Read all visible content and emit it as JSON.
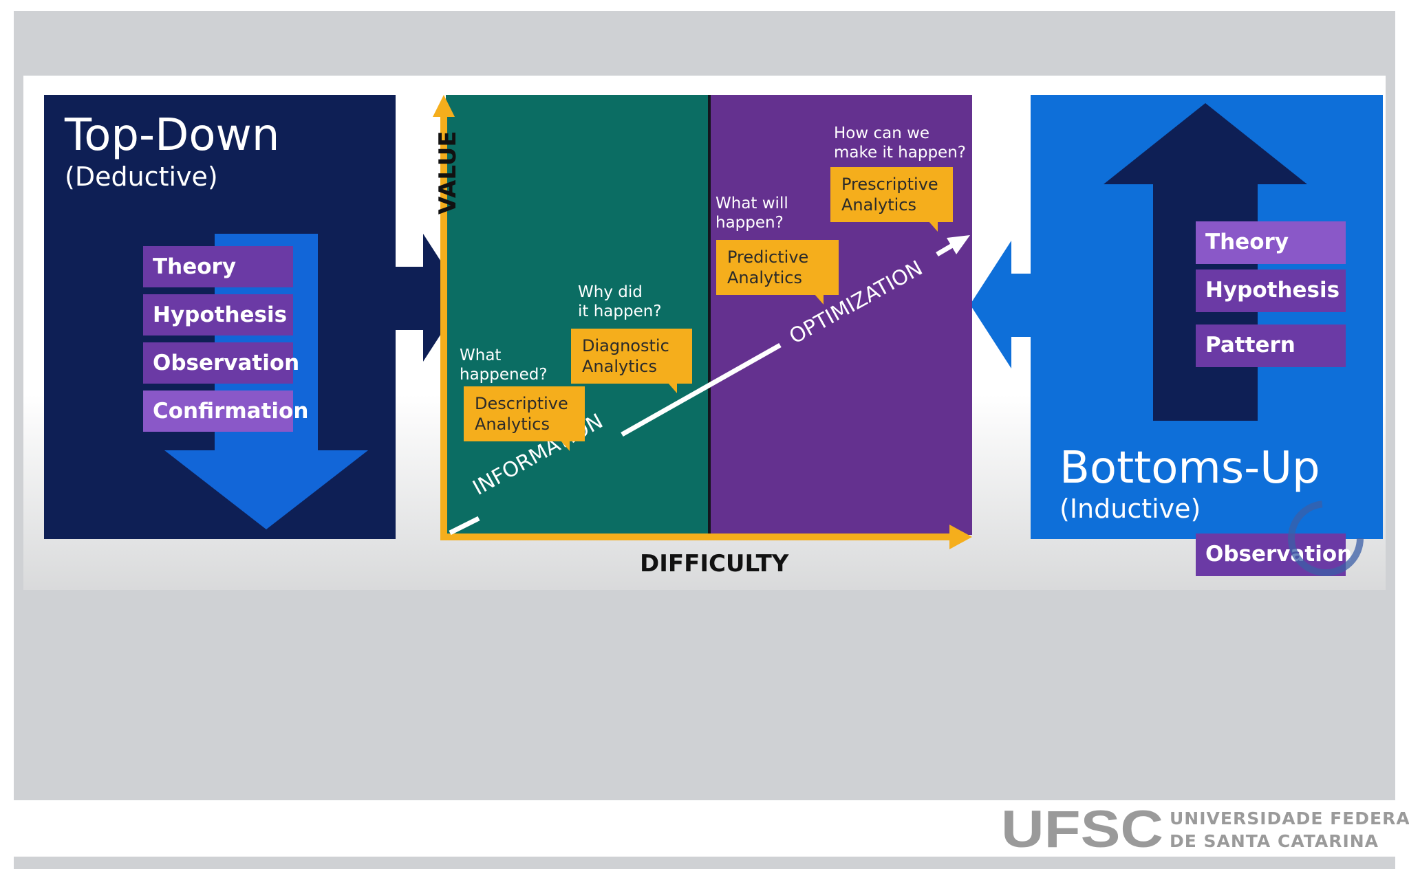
{
  "top_down": {
    "title": "Top-Down",
    "subtitle": "(Deductive)",
    "steps": [
      "Theory",
      "Hypothesis",
      "Observation",
      "Confirmation"
    ]
  },
  "bottoms_up": {
    "title": "Bottoms-Up",
    "subtitle": "(Inductive)",
    "steps": [
      "Theory",
      "Hypothesis",
      "Pattern",
      "Observation"
    ]
  },
  "chart": {
    "y_axis_label": "VALUE",
    "x_axis_label": "DIFFICULTY",
    "diagonal_labels": [
      "INFORMATION",
      "OPTIMIZATION"
    ],
    "stages": [
      {
        "question": [
          "What",
          "happened?"
        ],
        "label": [
          "Descriptive",
          "Analytics"
        ]
      },
      {
        "question": [
          "Why did",
          "it happen?"
        ],
        "label": [
          "Diagnostic",
          "Analytics"
        ]
      },
      {
        "question": [
          "What will",
          "happen?"
        ],
        "label": [
          "Predictive",
          "Analytics"
        ]
      },
      {
        "question": [
          "How can we",
          "make it happen?"
        ],
        "label": [
          "Prescriptive",
          "Analytics"
        ]
      }
    ]
  },
  "footer": {
    "logo_text": "UFSC",
    "institution_line1": "UNIVERSIDADE FEDERAL",
    "institution_line2": "DE SANTA CATARINA"
  },
  "colors": {
    "navy": "#0e1f55",
    "bright_blue": "#0e6fd9",
    "teal": "#0b6d63",
    "purple": "#64318f",
    "step_purple": "#6b3aa5",
    "step_light_purple": "#8a58c8",
    "callout_orange": "#f5ae1c"
  }
}
